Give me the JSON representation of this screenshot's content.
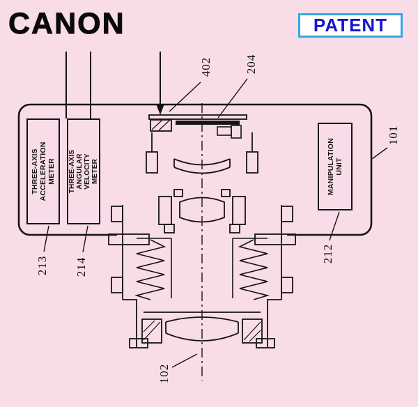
{
  "header": {
    "logo": "CANON",
    "patent_badge": "PATENT"
  },
  "colors": {
    "background": "#f8dce7",
    "ink": "#141414",
    "patent_text": "#1414cd",
    "patent_border": "#35a7e0",
    "patent_bg": "#ffffff"
  },
  "figure": {
    "components": {
      "acceleration_meter": {
        "label": "THREE-AXIS\nACCELERATION\nMETER",
        "ref": "213"
      },
      "angular_velocity_meter": {
        "label": "THREE-AXIS\nANGULAR\nVELOCITY\nMETER",
        "ref": "214"
      },
      "manipulation_unit": {
        "label": "MANIPULATION\nUNIT",
        "ref": "212"
      },
      "shutter_unit": {
        "ref": "402"
      },
      "image_sensor": {
        "ref": "204"
      },
      "camera_body": {
        "ref": "101"
      },
      "optical_axis": {
        "ref": "102"
      }
    }
  }
}
